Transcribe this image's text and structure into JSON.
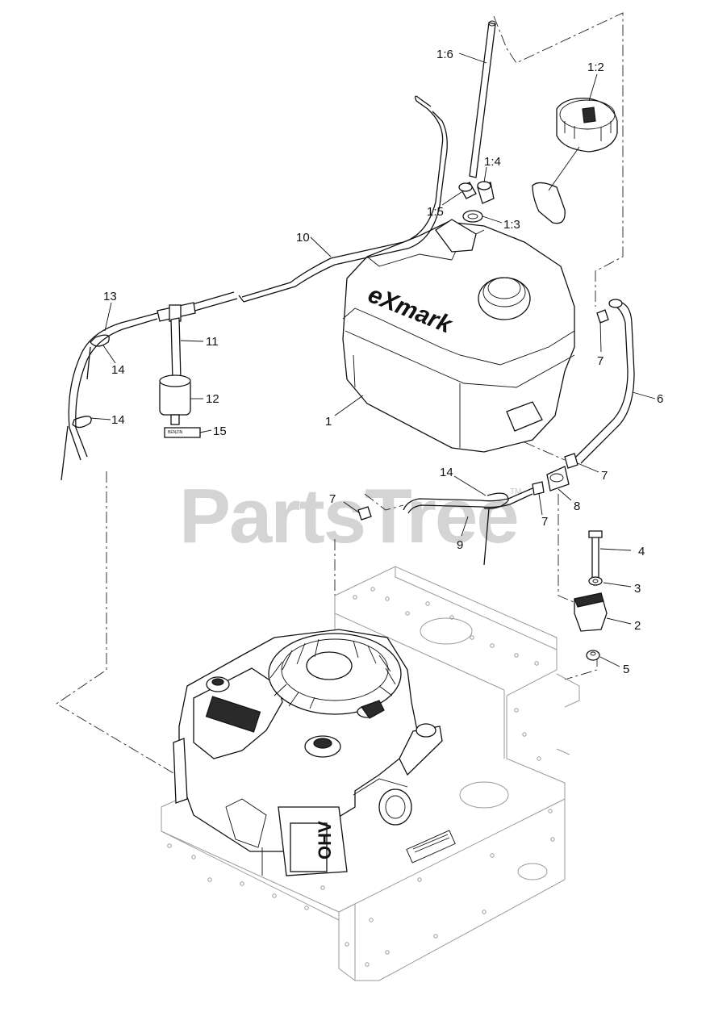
{
  "watermark": {
    "text": "PartsTree",
    "trademark": "TM"
  },
  "brand_decal": "eXmark",
  "engine_decal": "OHV",
  "callouts": [
    {
      "id": "c-1-6",
      "label": "1:6"
    },
    {
      "id": "c-1-2",
      "label": "1:2"
    },
    {
      "id": "c-1-4",
      "label": "1:4"
    },
    {
      "id": "c-1-5",
      "label": "1:5"
    },
    {
      "id": "c-1-3",
      "label": "1:3"
    },
    {
      "id": "c-10",
      "label": "10"
    },
    {
      "id": "c-13",
      "label": "13"
    },
    {
      "id": "c-11",
      "label": "11"
    },
    {
      "id": "c-14a",
      "label": "14"
    },
    {
      "id": "c-12",
      "label": "12"
    },
    {
      "id": "c-14b",
      "label": "14"
    },
    {
      "id": "c-15",
      "label": "15"
    },
    {
      "id": "c-1",
      "label": "1"
    },
    {
      "id": "c-7a",
      "label": "7"
    },
    {
      "id": "c-6",
      "label": "6"
    },
    {
      "id": "c-7b",
      "label": "7"
    },
    {
      "id": "c-14c",
      "label": "14"
    },
    {
      "id": "c-7c",
      "label": "7"
    },
    {
      "id": "c-8",
      "label": "8"
    },
    {
      "id": "c-7d",
      "label": "7"
    },
    {
      "id": "c-9",
      "label": "9"
    },
    {
      "id": "c-4",
      "label": "4"
    },
    {
      "id": "c-3",
      "label": "3"
    },
    {
      "id": "c-2",
      "label": "2"
    },
    {
      "id": "c-5",
      "label": "5"
    }
  ]
}
